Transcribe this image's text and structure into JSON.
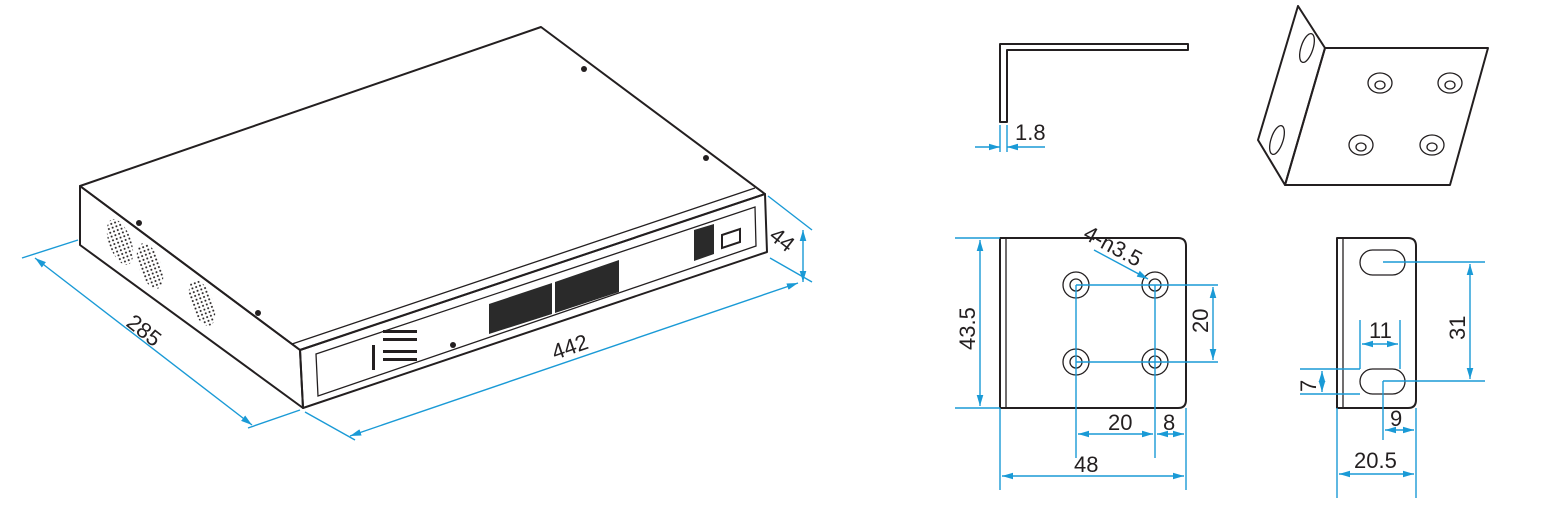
{
  "colors": {
    "line": "#231f20",
    "dimension": "#1a9ad6"
  },
  "switch": {
    "dims": {
      "depth": "285",
      "width": "442",
      "height": "44"
    }
  },
  "bracket_side": {
    "thickness": "1.8"
  },
  "bracket_front": {
    "hole_spec": "4-n3.5",
    "height": "43.5",
    "hole_vertical": "20",
    "hole_horizontal": "20",
    "edge_offset": "8",
    "width": "48"
  },
  "bracket_ear": {
    "slot_spacing": "31",
    "slot_length": "11",
    "slot_width": "7",
    "edge_offset": "9",
    "width": "20.5"
  }
}
